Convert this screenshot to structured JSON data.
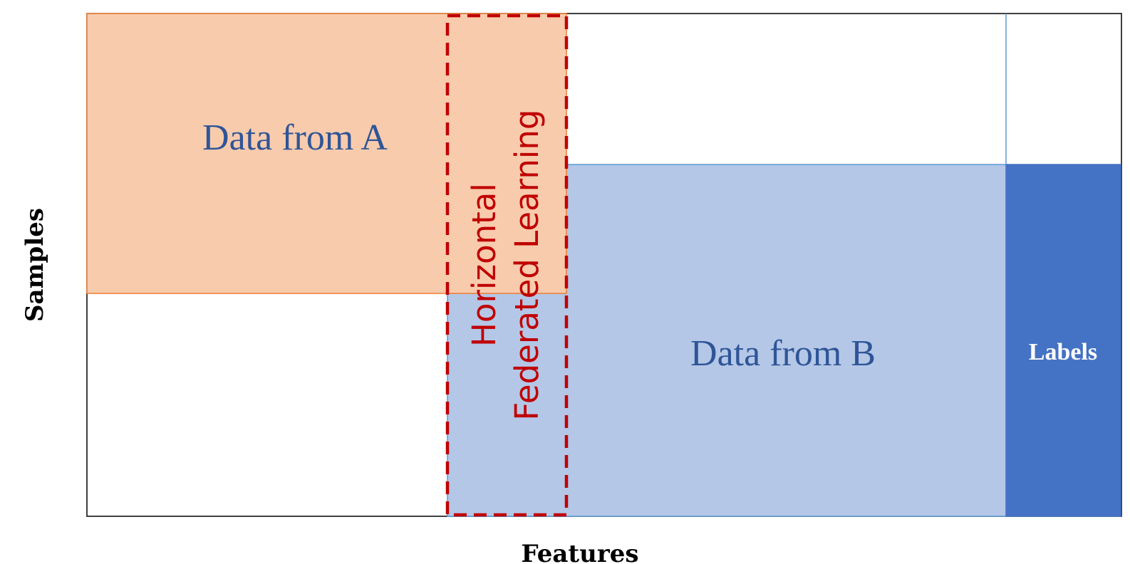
{
  "axes": {
    "x_label": "Features",
    "y_label": "Samples"
  },
  "regions": {
    "party_a": {
      "label": "Data from A"
    },
    "party_b": {
      "label": "Data from B"
    },
    "labels_block": {
      "label": "Labels"
    }
  },
  "overlap": {
    "title_line1": "Horizontal",
    "title_line2": "Federated Learning"
  },
  "colors": {
    "party_a_fill": "#f8cbad",
    "party_a_border": "#ed7d31",
    "party_b_fill": "#b4c7e7",
    "party_b_border": "#5b9bd5",
    "labels_fill": "#4472c4",
    "party_text": "#2f5597",
    "overlap_border": "#c00000",
    "frame": "#000000"
  }
}
